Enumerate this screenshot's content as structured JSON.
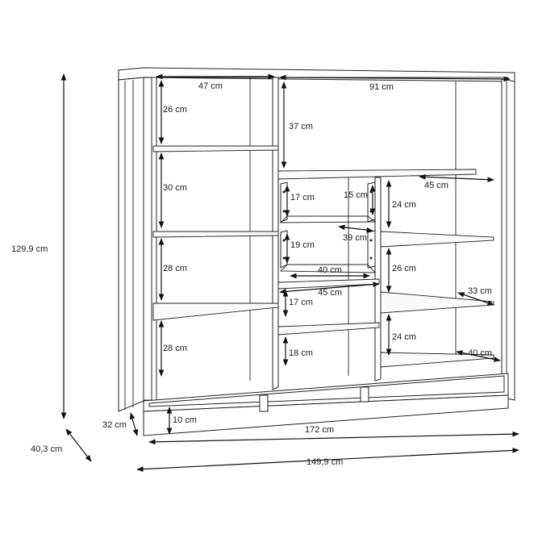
{
  "colors": {
    "line": "#222222",
    "text": "#1a1a1a",
    "background": "#ffffff"
  },
  "dimensions": {
    "total_height": "129,9 cm",
    "depth_total": "40,3 cm",
    "depth_base": "32 cm",
    "plinth_height": "10 cm",
    "base_width": "172 cm",
    "total_width": "149,9 cm",
    "left_width": "47 cm",
    "right_width": "91 cm",
    "left_col_h1": "26 cm",
    "left_col_h2": "30 cm",
    "left_col_h3": "28 cm",
    "left_col_h4": "28 cm",
    "top_right_h": "37 cm",
    "drawer1_h": "17 cm",
    "drawer1_inner_h": "15 cm",
    "drawer_depth": "39 cm",
    "drawer2_h": "19 cm",
    "drawer_width": "40 cm",
    "middle_shelf_width": "45 cm",
    "mid_lower_h1": "17 cm",
    "mid_lower_h2": "18 cm",
    "right_shelf_width": "45 cm",
    "right_h1": "24 cm",
    "right_h2": "26 cm",
    "right_h3": "24 cm",
    "right_shelf_depth": "33 cm",
    "bottom_shelf_depth": "40 cm"
  }
}
